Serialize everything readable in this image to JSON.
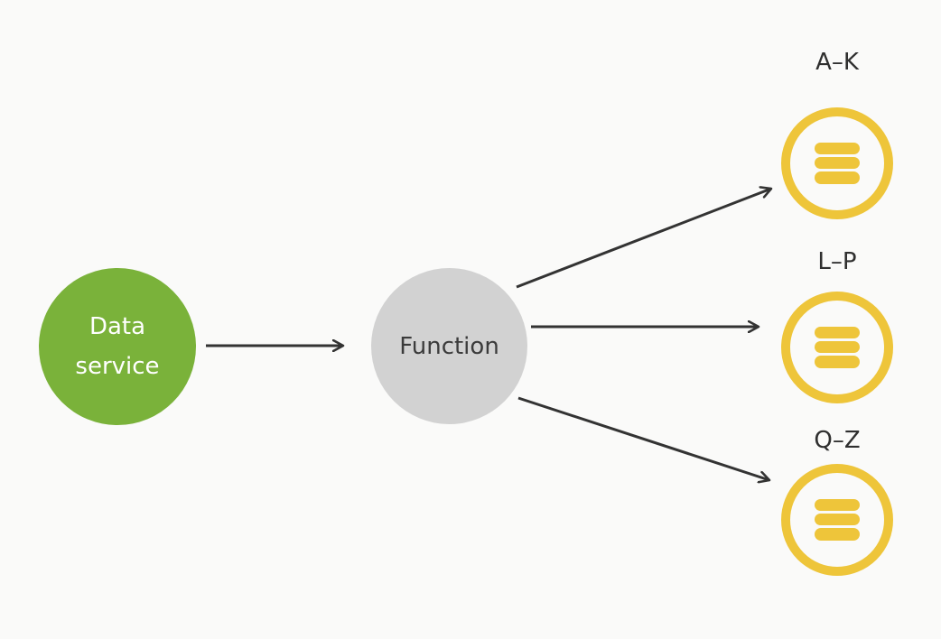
{
  "nodes": {
    "data_service": {
      "line1": "Data",
      "line2": "service",
      "color": "#7ab23a"
    },
    "function": {
      "label": "Function",
      "color": "#d2d2d2"
    }
  },
  "shards": [
    {
      "label": "A–K",
      "icon": "database-icon"
    },
    {
      "label": "L–P",
      "icon": "database-icon"
    },
    {
      "label": "Q–Z",
      "icon": "database-icon"
    }
  ],
  "colors": {
    "shard_ring": "#eec53a",
    "shard_icon": "#eec53a",
    "arrow": "#333333",
    "background": "#fafaf9"
  }
}
